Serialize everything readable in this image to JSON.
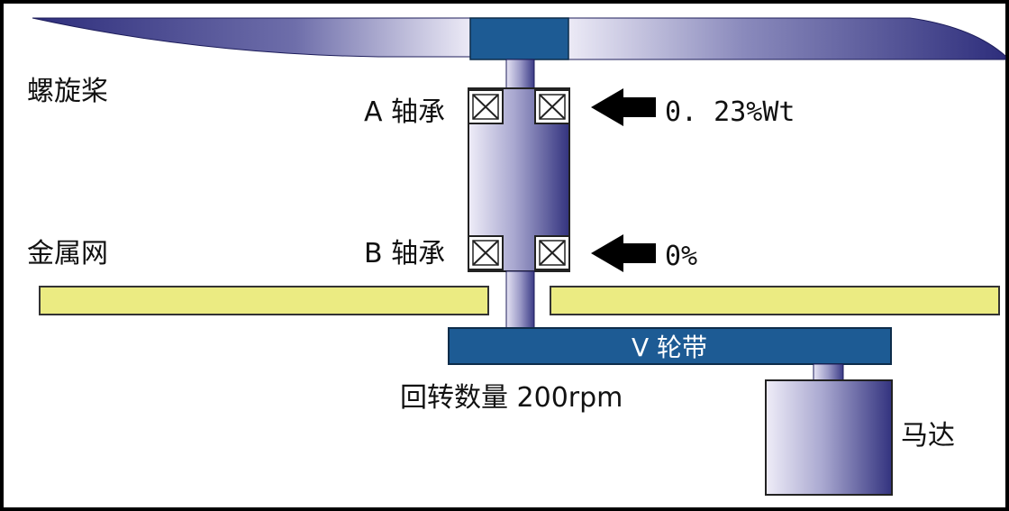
{
  "labels": {
    "propeller": "螺旋桨",
    "bearing_a": "A 轴承",
    "bearing_b": "B 轴承",
    "mesh": "金属网",
    "belt": "V 轮带",
    "rotation": "回转数量 200rpm",
    "motor": "马达"
  },
  "measurements": {
    "bearing_a_value": "0. 23%Wt",
    "bearing_b_value": "0%"
  },
  "colors": {
    "background": "#ffffff",
    "frame": "#000000",
    "steel_dark": "#2e2e7c",
    "steel_light": "#eceaf6",
    "hub_blue": "#1d5b94",
    "mesh_yellow": "#ebeb82",
    "arrow": "#000000"
  }
}
